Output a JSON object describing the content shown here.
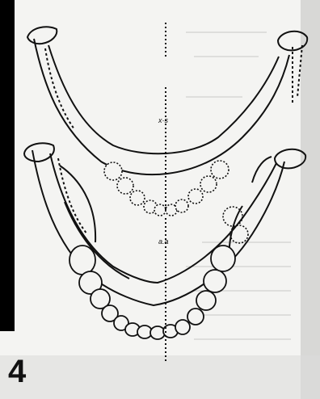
{
  "figure": {
    "number": "4",
    "midline_labels": [
      "x·s",
      "a.a"
    ],
    "colors": {
      "background": "#f4f4f2",
      "ink": "#111111",
      "shade": "#d8d8d6",
      "frame_bar": "#000000"
    }
  }
}
